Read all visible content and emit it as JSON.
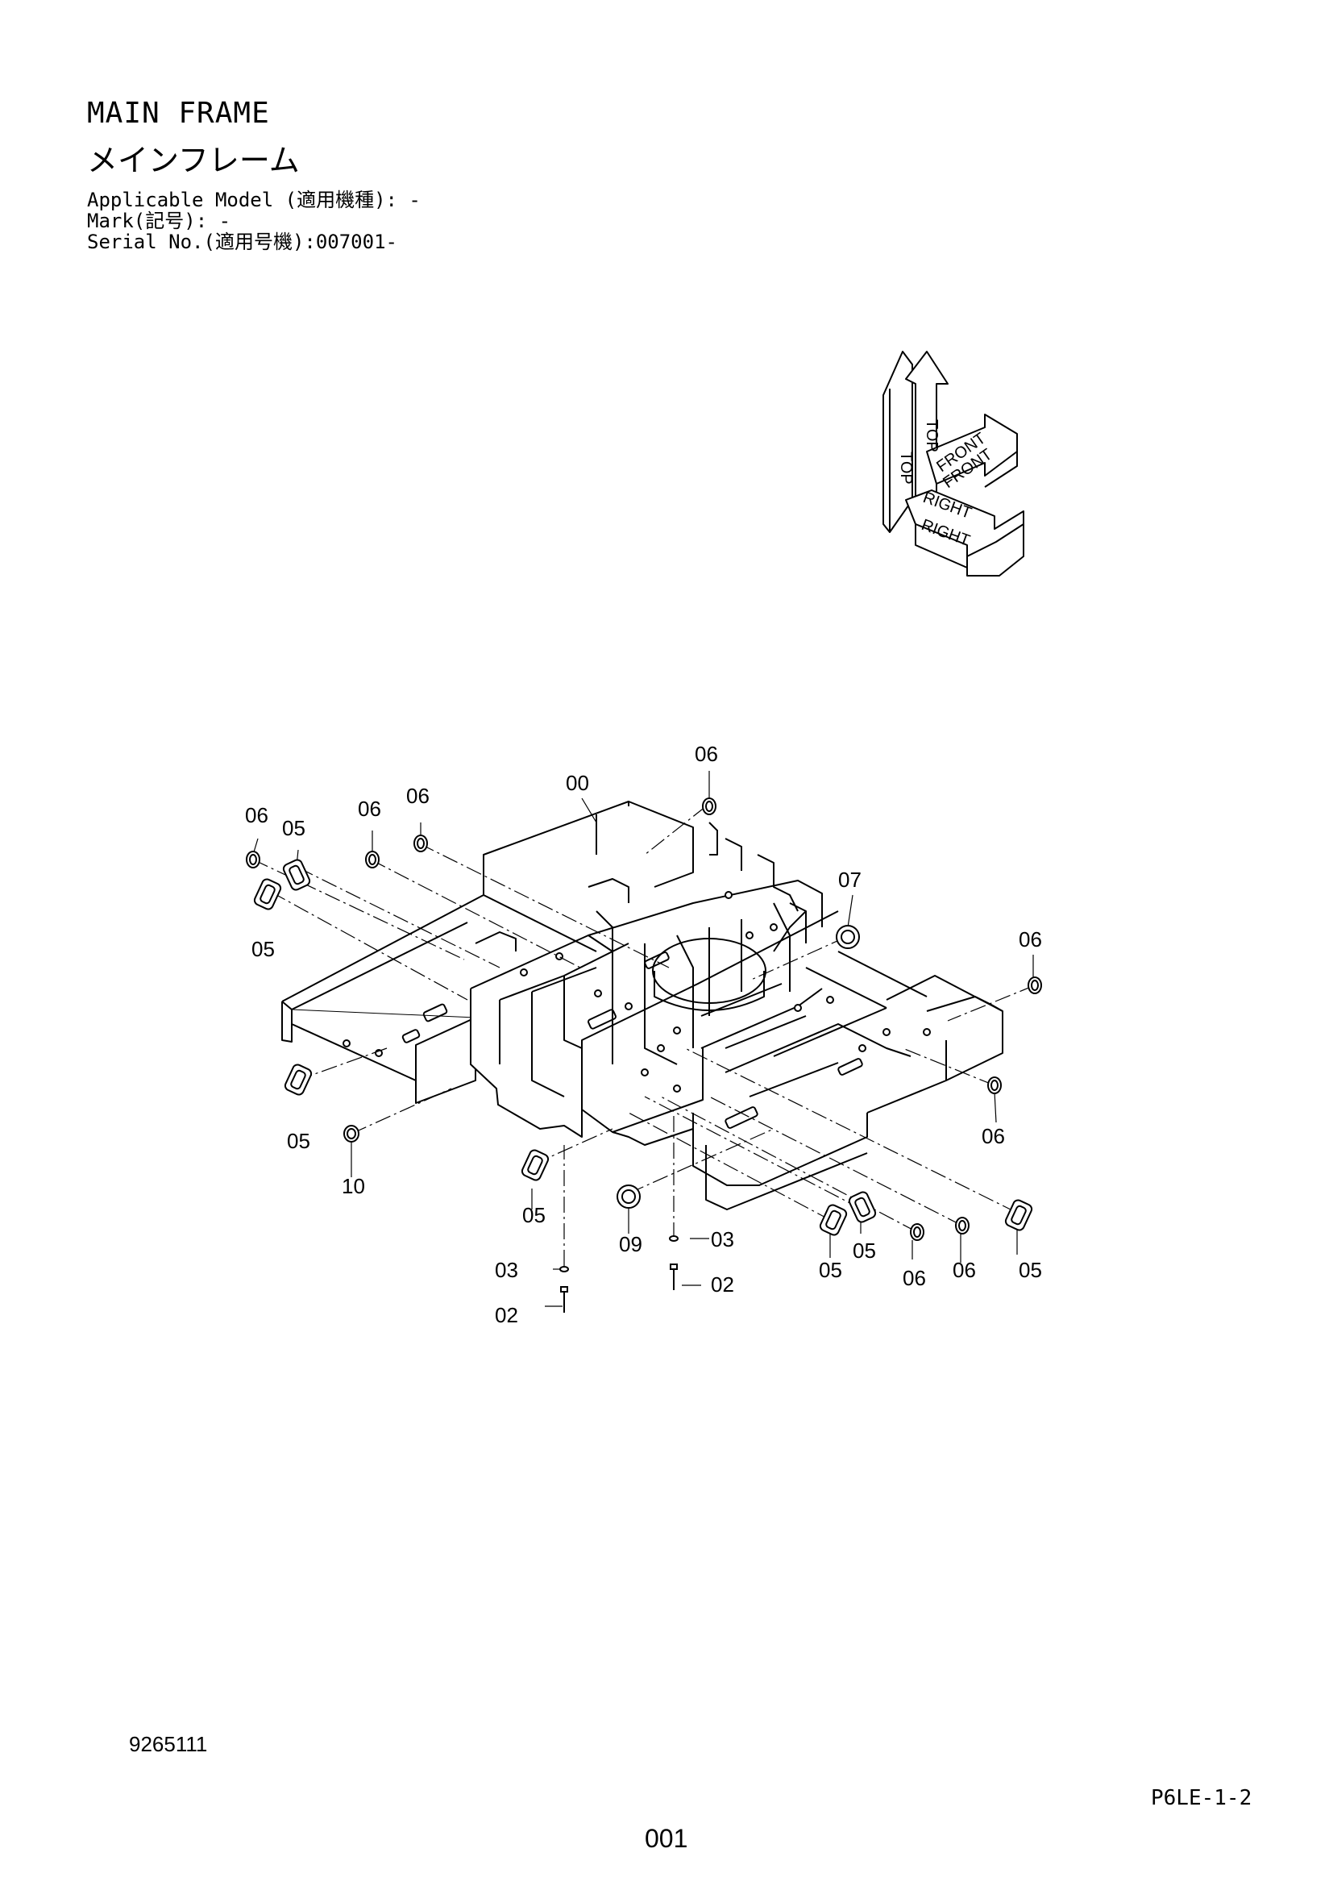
{
  "header": {
    "title_en": "MAIN FRAME",
    "title_jp": "メインフレーム",
    "applicable_model": "Applicable Model (適用機種): -",
    "mark": "Mark(記号): -",
    "serial_no": "Serial No.(適用号機):007001-"
  },
  "orientation": {
    "top_a": "TOP",
    "top_b": "TOP",
    "front_a": "FRONT",
    "front_b": "FRONT",
    "right_a": "RIGHT",
    "right_b": "RIGHT"
  },
  "callouts": [
    "06",
    "05",
    "05",
    "06",
    "06",
    "00",
    "06",
    "07",
    "06",
    "06",
    "05",
    "10",
    "05",
    "09",
    "03",
    "02",
    "03",
    "02",
    "05",
    "05",
    "06",
    "06",
    "05"
  ],
  "footer": {
    "drawing_number": "9265111",
    "catalog_code": "P6LE-1-2",
    "page_number": "001"
  },
  "colors": {
    "line": "#000000",
    "background": "#ffffff"
  }
}
